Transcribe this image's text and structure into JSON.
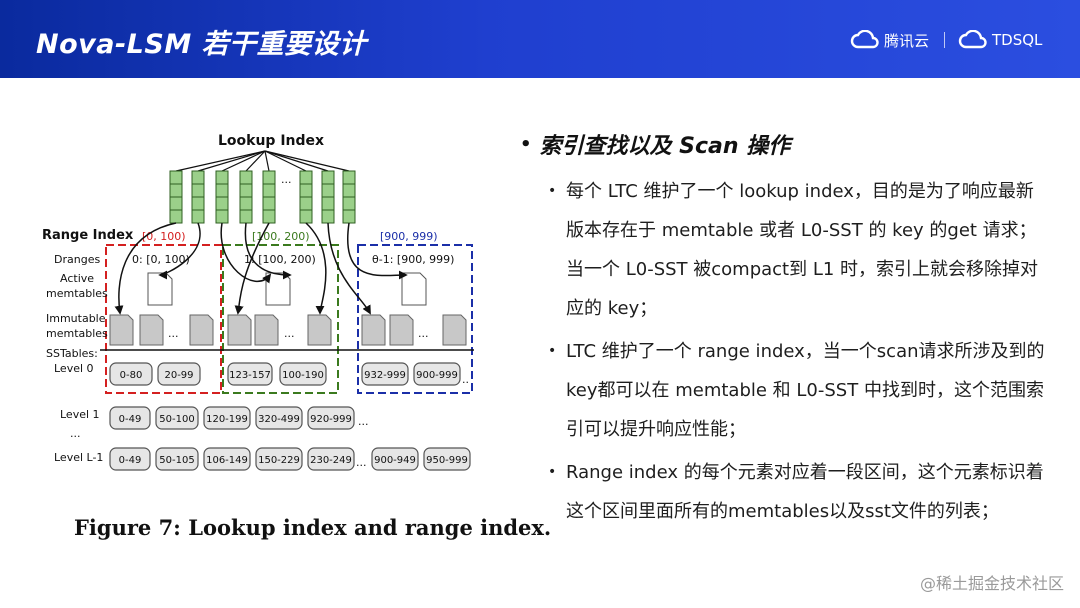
{
  "header": {
    "title": "Nova-LSM 若干重要设计",
    "brand_tencent": "腾讯云",
    "brand_tdsql": "TDSQL",
    "brand_color": "#1f3fcf"
  },
  "diagram": {
    "lookup_index_title": "Lookup Index",
    "range_index_label": "Range Index",
    "row_labels": {
      "dranges": "Dranges",
      "active_line1": "Active",
      "active_line2": "memtables",
      "immutable_line1": "Immutable",
      "immutable_line2": "memtables",
      "sstables_line1": "SSTables:",
      "sstables_line2": "Level 0",
      "level1": "Level 1",
      "ellipsis": "...",
      "levelL1": "Level L-1"
    },
    "ranges": [
      {
        "header": "[0, 100)",
        "drange": "0: [0, 100)",
        "color": "#d42020"
      },
      {
        "header": "[100, 200)",
        "drange": "1: [100, 200)",
        "color": "#3b7a1e"
      },
      {
        "header": "[900, 999)",
        "drange": "θ-1: [900, 999)",
        "color": "#1b2fa8"
      }
    ],
    "level0": [
      "0-80",
      "20-99",
      "123-157",
      "100-190",
      "932-999",
      "900-999"
    ],
    "level1": [
      "0-49",
      "50-100",
      "120-199",
      "320-499",
      "920-999"
    ],
    "levelL1": [
      "0-49",
      "50-105",
      "106-149",
      "150-229",
      "230-249",
      "900-949",
      "950-999"
    ],
    "ellipsis": "...",
    "ellipsis_short": "..",
    "caption": "Figure 7: Lookup index and range index."
  },
  "panel": {
    "main_bullet": "索引查找以及 Scan 操作",
    "sub_items": [
      "每个 LTC 维护了一个 lookup index，目的是为了响应最新版本存在于 memtable 或者 L0-SST 的 key 的get 请求；当一个 L0-SST 被compact到 L1 时，索引上就会移除掉对应的 key；",
      "LTC 维护了一个 range index，当一个scan请求所涉及到的key都可以在 memtable 和 L0-SST 中找到时，这个范围索引可以提升响应性能；",
      "Range index 的每个元素对应着一段区间，这个元素标识着这个区间里面所有的memtables以及sst文件的列表；"
    ]
  },
  "watermark": "@稀土掘金技术社区"
}
